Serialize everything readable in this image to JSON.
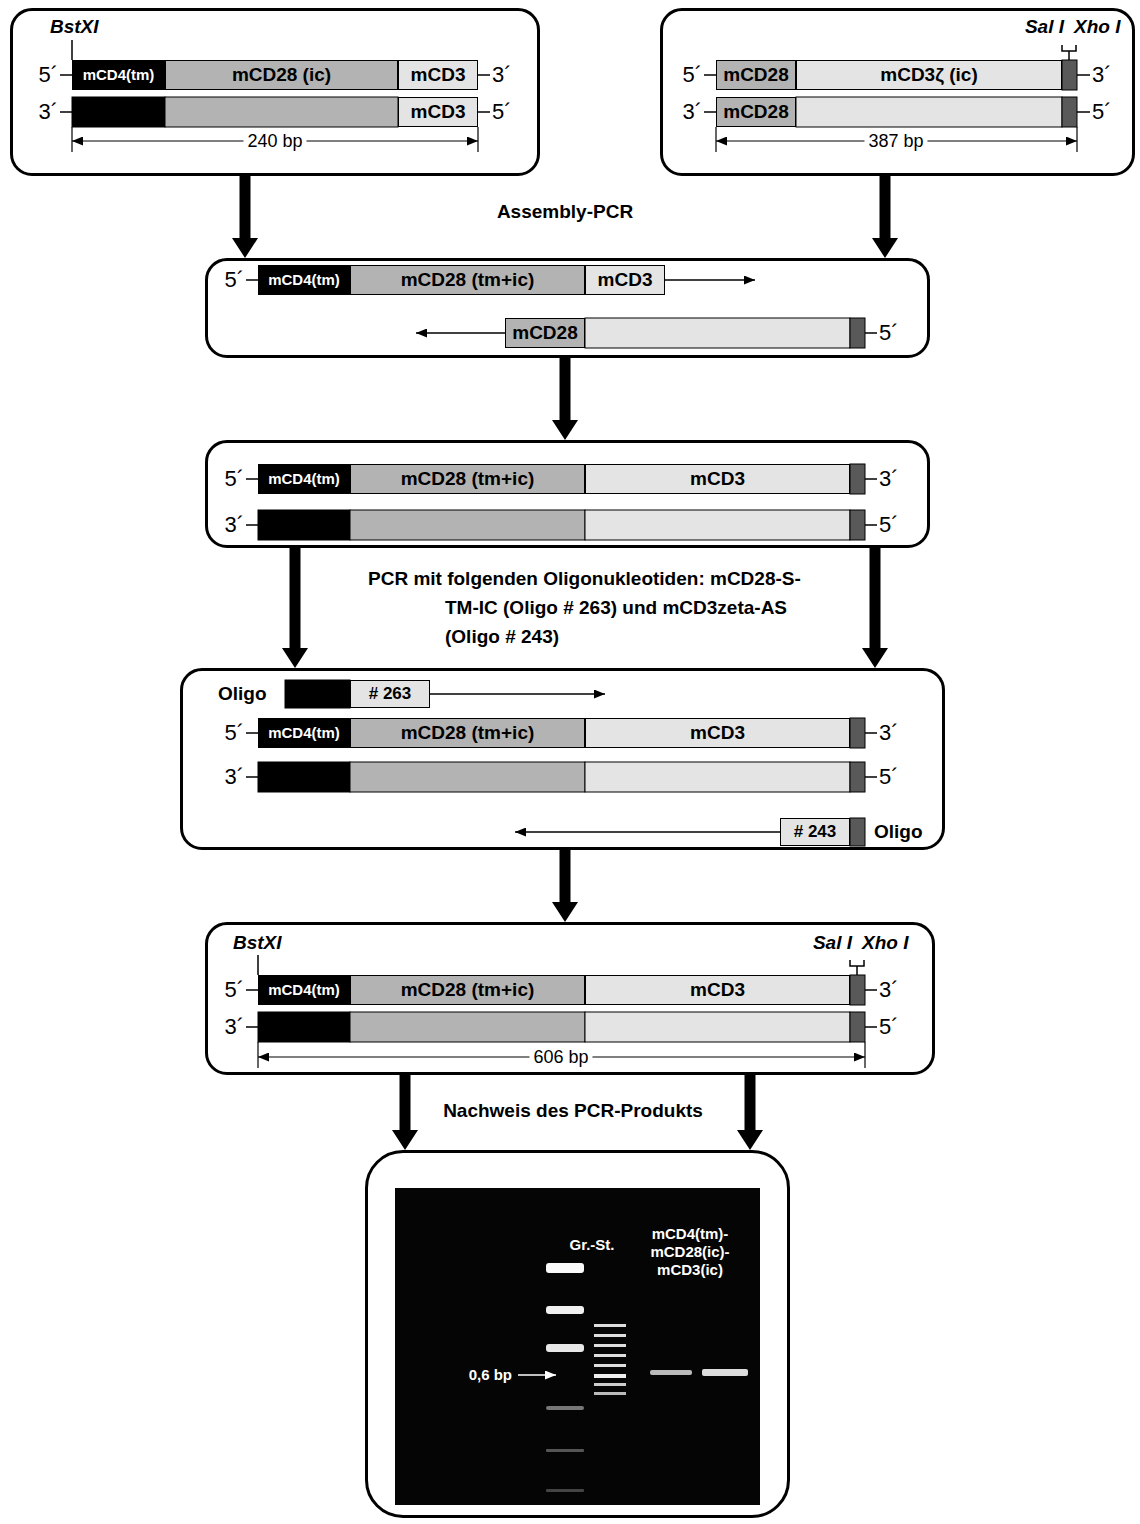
{
  "diagram": {
    "nodes": [
      {
        "text": [
          "BstXI",
          "5´",
          "3´",
          "3´",
          "5´",
          "240 bp"
        ]
      },
      {
        "text": [
          "mCD4(tm)"
        ],
        "in": 0
      },
      {
        "text": [
          "mCD28 (ic)"
        ],
        "in": 0
      },
      {
        "text": [
          "mCD3"
        ],
        "in": 0
      },
      {
        "text": [
          "mCD3"
        ],
        "in": 0
      },
      {
        "text": [
          "Sal I",
          "Xho I",
          "5´",
          "3´",
          "3´",
          "5´",
          "387 bp"
        ]
      },
      {
        "text": [
          "mCD28"
        ],
        "in": 5
      },
      {
        "text": [
          "mCD3ζ (ic)"
        ],
        "in": 5
      },
      {
        "text": [
          "mCD28"
        ],
        "in": 5
      },
      {
        "text": [
          "5´",
          "5´"
        ]
      },
      {
        "text": [
          "mCD4(tm)"
        ],
        "in": 9
      },
      {
        "text": [
          "mCD28 (tm+ic)"
        ],
        "in": 9
      },
      {
        "text": [
          "mCD3"
        ],
        "in": 9
      },
      {
        "text": [
          "mCD28"
        ],
        "in": 9
      },
      {
        "text": [
          "5´",
          "3´",
          "3´",
          "5´"
        ]
      },
      {
        "text": [
          "mCD4(tm)"
        ],
        "in": 14
      },
      {
        "text": [
          "mCD28 (tm+ic)"
        ],
        "in": 14
      },
      {
        "text": [
          "mCD3"
        ],
        "in": 14
      },
      {
        "text": [
          "Oligo",
          "5´",
          "3´",
          "3´",
          "5´",
          "Oligo"
        ]
      },
      {
        "text": [
          "# 263"
        ],
        "in": 18
      },
      {
        "text": [
          "mCD4(tm)"
        ],
        "in": 18
      },
      {
        "text": [
          "mCD28 (tm+ic)"
        ],
        "in": 18
      },
      {
        "text": [
          "mCD3"
        ],
        "in": 18
      },
      {
        "text": [
          "# 243"
        ],
        "in": 18
      },
      {
        "text": [
          "BstXI",
          "Sal I",
          "Xho I",
          "5´",
          "3´",
          "3´",
          "5´",
          "606 bp"
        ]
      },
      {
        "text": [
          "mCD4(tm)"
        ],
        "in": 24
      },
      {
        "text": [
          "mCD28 (tm+ic)"
        ],
        "in": 24
      },
      {
        "text": [
          "mCD3"
        ],
        "in": 24
      },
      {
        "text": [
          "Gr.-St.",
          "mCD4(tm)-mCD28(ic)-mCD3(ic)",
          "0,6 bp"
        ]
      }
    ],
    "edges": [
      {
        "from": 0,
        "to": 9,
        "arrow": "to"
      },
      {
        "from": 5,
        "to": 9,
        "arrow": "to"
      },
      {
        "from": 9,
        "to": 14,
        "arrow": "to"
      },
      {
        "from": 14,
        "to": 18,
        "arrow": "to"
      },
      {
        "from": 14,
        "to": 18,
        "arrow": "to"
      },
      {
        "from": 18,
        "to": 24,
        "arrow": "to"
      },
      {
        "from": 24,
        "to": 28,
        "arrow": "to"
      },
      {
        "from": 24,
        "to": 28,
        "arrow": "to"
      }
    ],
    "labels": [
      "Assembly-PCR",
      "PCR mit folgenden Oligonukleotiden: mCD28-S-TM-IC (Oligo # 263) und mCD3zeta-AS (Oligo # 243)",
      "Nachweis des PCR-Produkts"
    ]
  }
}
